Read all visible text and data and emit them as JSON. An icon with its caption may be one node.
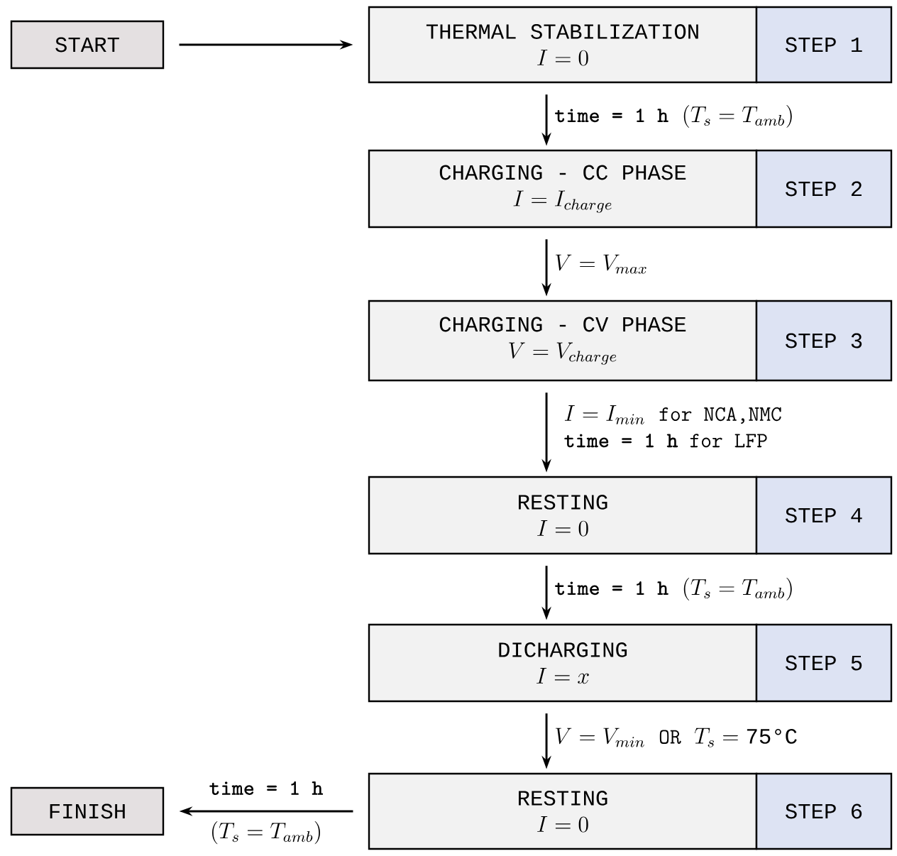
{
  "diagram": {
    "nodes": [
      {
        "text": [
          "START"
        ]
      },
      {
        "text": [
          "THERMAL STABILIZATION",
          "I = 0"
        ]
      },
      {
        "text": [
          "STEP 1"
        ]
      },
      {
        "text": [
          "CHARGING - CC PHASE",
          "I = I_{charge}"
        ]
      },
      {
        "text": [
          "STEP 2"
        ]
      },
      {
        "text": [
          "CHARGING - CV PHASE",
          "V = V_{charge}"
        ]
      },
      {
        "text": [
          "STEP 3"
        ]
      },
      {
        "text": [
          "RESTING",
          "I = 0"
        ]
      },
      {
        "text": [
          "STEP 4"
        ]
      },
      {
        "text": [
          "DICHARGING",
          "I = x"
        ]
      },
      {
        "text": [
          "STEP 5"
        ]
      },
      {
        "text": [
          "RESTING",
          "I = 0"
        ]
      },
      {
        "text": [
          "STEP 6"
        ]
      },
      {
        "text": [
          "FINISH"
        ]
      }
    ],
    "edges": [
      {
        "from": 0,
        "to": 1,
        "arrow": "to"
      },
      {
        "from": 1,
        "to": 3,
        "arrow": "to",
        "label": "\\texttt{\\textbf{time = 1 h}}\\ (T_s = T_{amb})"
      },
      {
        "from": 3,
        "to": 5,
        "arrow": "to",
        "label": "V = V_{max}"
      },
      {
        "from": 5,
        "to": 7,
        "arrow": "to",
        "label": "\\begin{array}{l} I = I_{min}\\ \\texttt{for NCA,NMC} \\\\ \\texttt{\\textbf{time = 1 h} for LFP} \\end{array}"
      },
      {
        "from": 7,
        "to": 9,
        "arrow": "to",
        "label": "\\texttt{\\textbf{time = 1 h}}\\ (T_s = T_{amb})"
      },
      {
        "from": 9,
        "to": 11,
        "arrow": "to",
        "label": "V = V_{min}\\ \\texttt{OR}\\ T_s = \\mbox{75°C}"
      },
      {
        "from": 11,
        "to": 13,
        "arrow": "to",
        "label": "\\begin{array}{c} \\texttt{\\textbf{time = 1 h}} \\\\[9pt] (T_s = T_{amb}) \\end{array}"
      }
    ]
  }
}
